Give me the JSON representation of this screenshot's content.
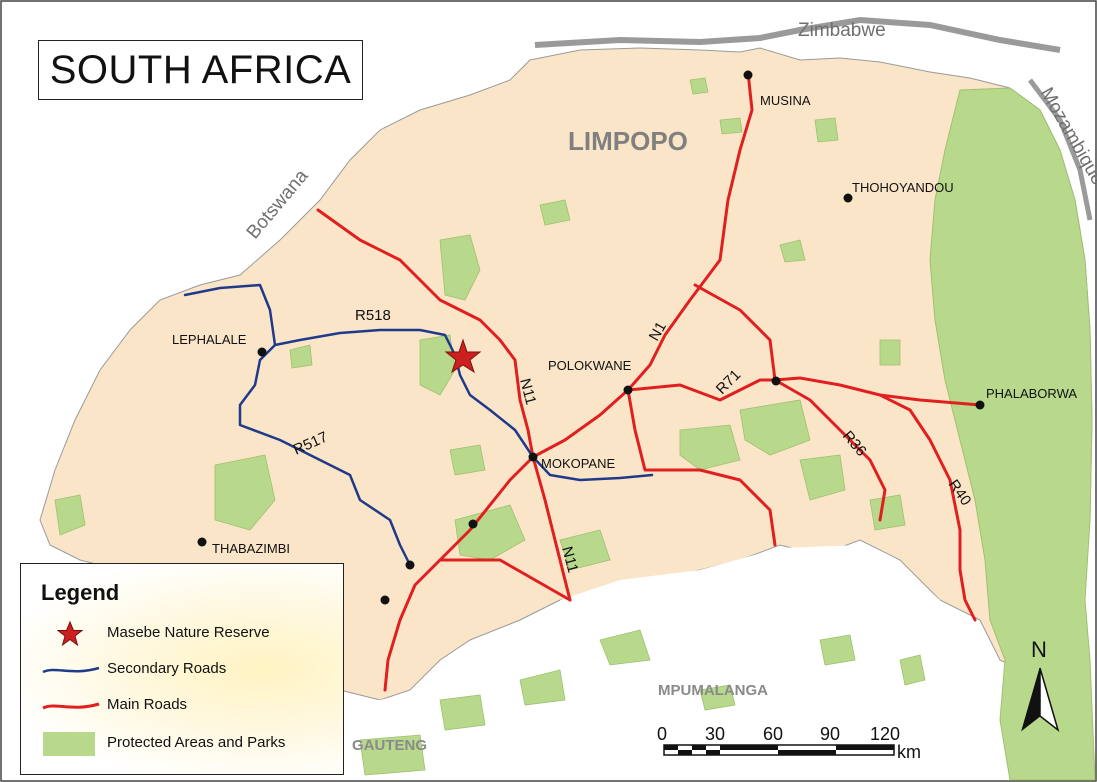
{
  "title": "SOUTH AFRICA",
  "province_label": "LIMPOPO",
  "countries": {
    "zimbabwe": "Zimbabwe",
    "botswana": "Botswana",
    "mozambique": "Mozambique"
  },
  "regions": {
    "mpumalanga": "MPUMALANGA",
    "gauteng": "GAUTENG"
  },
  "towns": {
    "musina": "MUSINA",
    "thohoyandou": "THOHOYANDOU",
    "lephalale": "LEPHALALE",
    "polokwane": "POLOKWANE",
    "phalaborwa": "PHALABORWA",
    "mokopane": "MOKOPANE",
    "thabazimbi": "THABAZIMBI"
  },
  "roads": {
    "r518": "R518",
    "r517": "R517",
    "n1": "N1",
    "n11_north": "N11",
    "n11_south": "N11",
    "r71": "R71",
    "r36": "R36",
    "r40": "R40"
  },
  "legend": {
    "title": "Legend",
    "items": [
      {
        "label": "Masebe Nature Reserve",
        "symbol": "star",
        "color": "#cc2020"
      },
      {
        "label": "Secondary Roads",
        "symbol": "line",
        "color": "#1f3a8a"
      },
      {
        "label": "Main Roads",
        "symbol": "line",
        "color": "#e02020"
      },
      {
        "label": "Protected Areas and Parks",
        "symbol": "patch",
        "color": "#b8d88c"
      }
    ]
  },
  "north_arrow": "N",
  "scale_bar": {
    "ticks": [
      "0",
      "30",
      "60",
      "90",
      "120"
    ],
    "unit": "km"
  },
  "colors": {
    "province_fill": "#fbe5c8",
    "protected_fill": "#b8d88c",
    "main_road": "#e02020",
    "secondary_road": "#1f3a8a",
    "country_label": "#707070",
    "province_label": "#808080"
  }
}
